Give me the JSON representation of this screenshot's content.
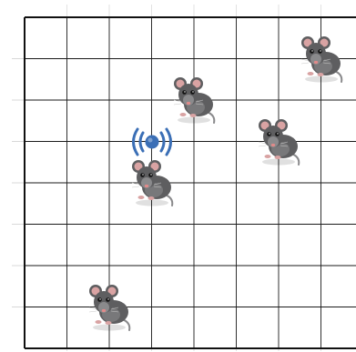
{
  "board": {
    "columns": 8,
    "rows": 8,
    "line_color": "#1a1a1a",
    "border_color": "#111111",
    "background": "#ffffff"
  },
  "mice": [
    {
      "id": "mouse-1",
      "col": 7,
      "row": 1,
      "icon": "rat-icon"
    },
    {
      "id": "mouse-2",
      "col": 4,
      "row": 2,
      "icon": "rat-icon"
    },
    {
      "id": "mouse-3",
      "col": 6,
      "row": 3,
      "icon": "rat-icon"
    },
    {
      "id": "mouse-4",
      "col": 3,
      "row": 4,
      "icon": "rat-icon"
    },
    {
      "id": "mouse-5",
      "col": 2,
      "row": 7,
      "icon": "rat-icon"
    }
  ],
  "sensor": {
    "col": 3,
    "row": 3,
    "icon": "signal-beacon-icon",
    "color": "#3b6fb6"
  },
  "colors": {
    "fur": "#5e5e60",
    "fur_light": "#8a8a8c",
    "ear": "#d9a3a3",
    "nose": "#e08a8a",
    "eye": "#111111"
  }
}
